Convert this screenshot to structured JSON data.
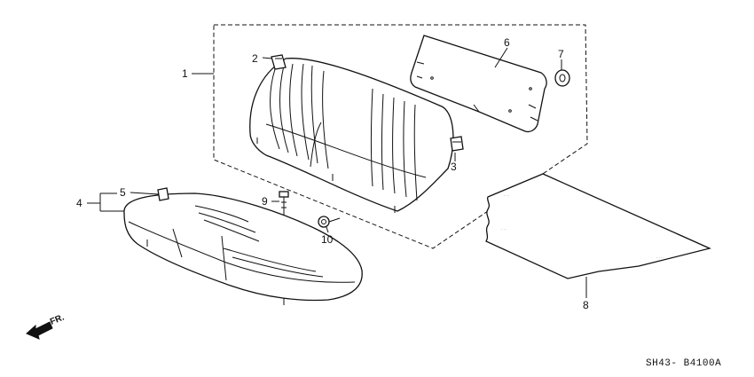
{
  "callouts": [
    {
      "id": "1",
      "label": "1"
    },
    {
      "id": "2",
      "label": "2"
    },
    {
      "id": "3",
      "label": "3"
    },
    {
      "id": "4",
      "label": "4"
    },
    {
      "id": "5",
      "label": "5"
    },
    {
      "id": "6",
      "label": "6"
    },
    {
      "id": "7",
      "label": "7"
    },
    {
      "id": "8",
      "label": "8"
    },
    {
      "id": "9",
      "label": "9"
    },
    {
      "id": "10",
      "label": "10"
    }
  ],
  "direction_label": "FR.",
  "diagram_code": "SH43- B4100A"
}
